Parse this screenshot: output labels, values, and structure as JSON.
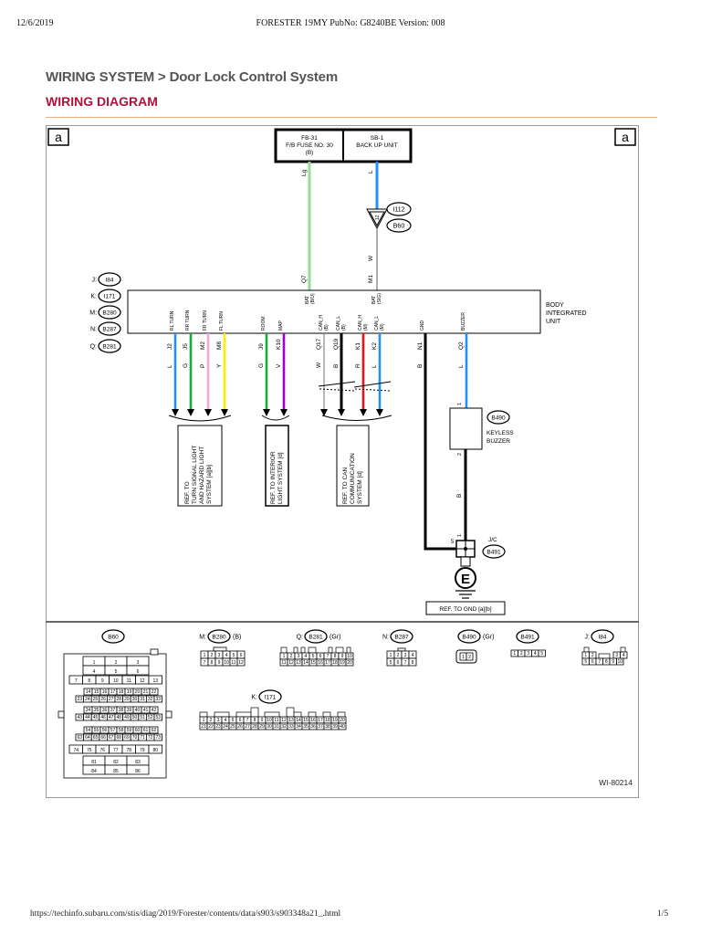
{
  "page_header": {
    "date": "12/6/2019",
    "title": "FORESTER 19MY PubNo: G8240BE Version: 008"
  },
  "breadcrumb": "WIRING SYSTEM > Door Lock Control System",
  "section_title": "WIRING DIAGRAM",
  "colors": {
    "section_title": "#b0123f",
    "rule": "#f0b27a",
    "wire_L": "#1e90ff",
    "wire_G": "#1aa83a",
    "wire_P": "#f4a6e0",
    "wire_Y": "#ffee00",
    "wire_V": "#9b00d6",
    "wire_Lg": "#8fe08f",
    "wire_R": "#e8141c",
    "wire_B": "#000000",
    "wire_W": "#888888"
  },
  "diagram": {
    "corner_label_left": "a",
    "corner_label_right": "a",
    "power_sources": [
      {
        "line1": "FB-31",
        "line2": "F/B FUSE NO. 30",
        "line3": "(B)",
        "wire_color": "Lg",
        "pin_top": "Lg",
        "pin_bottom": "Q7"
      },
      {
        "line1": "SB-1",
        "line2": "BACK UP UNIT",
        "line3": "",
        "wire_color": "L",
        "pin_top": "L",
        "pin_bottom": "M1"
      }
    ],
    "inline_connector": {
      "upper": "I112",
      "lower": "B60",
      "pin": "12",
      "wire_after": "W"
    },
    "connector_legend": [
      {
        "prefix": "J:",
        "code": "I84"
      },
      {
        "prefix": "K:",
        "code": "I171"
      },
      {
        "prefix": "M:",
        "code": "B280"
      },
      {
        "prefix": "N:",
        "code": "B287"
      },
      {
        "prefix": "Q:",
        "code": "B281"
      }
    ],
    "bcu": {
      "name_lines": [
        "BODY",
        "INTEGRATED",
        "UNIT"
      ],
      "top_terminals": [
        {
          "label": "BAT",
          "sub": "(B/U)"
        },
        {
          "label": "BAT",
          "sub": "(SIG)"
        }
      ],
      "bottom_terminals": [
        {
          "label": "RL TURN",
          "pin": "J2",
          "color": "L"
        },
        {
          "label": "RR TURN",
          "pin": "J5",
          "color": "G"
        },
        {
          "label": "FR TURN",
          "pin": "M2",
          "color": "P"
        },
        {
          "label": "FL TURN",
          "pin": "M8",
          "color": "Y"
        },
        {
          "label": "ROOM",
          "pin": "J9",
          "color": "G"
        },
        {
          "label": "MAP",
          "pin": "K10",
          "color": "V"
        },
        {
          "label": "CAN_H",
          "sub": "(B)",
          "pin": "Q17",
          "color": "W"
        },
        {
          "label": "CAN_L",
          "sub": "(B)",
          "pin": "Q19",
          "color": "B"
        },
        {
          "label": "CAN_H",
          "sub": "(M)",
          "pin": "K1",
          "color": "R"
        },
        {
          "label": "CAN_L",
          "sub": "(M)",
          "pin": "K2",
          "color": "L"
        },
        {
          "label": "GND",
          "pin": "N1",
          "color": "B"
        },
        {
          "label": "BUZZER",
          "pin": "Q2",
          "color": "L"
        }
      ]
    },
    "references": [
      {
        "lines": [
          "REF. TO",
          "TURN SIGNAL LIGHT",
          "AND HAZARD LIGHT",
          "SYSTEM [a][b]"
        ]
      },
      {
        "lines": [
          "REF. TO INTERIOR",
          "LIGHT SYSTEM [d]"
        ]
      },
      {
        "lines": [
          "REF. TO CAN",
          "COMMUNICATION",
          "SYSTEM [d]"
        ]
      }
    ],
    "buzzer": {
      "code": "B490",
      "name_lines": [
        "KEYLESS",
        "BUZZER"
      ],
      "pin_in": "1",
      "pin_out": "2",
      "wire_out": "B"
    },
    "joint_connector": {
      "label": "J/C",
      "code": "B491",
      "pin_left": "5",
      "pin_top": "1"
    },
    "ground": {
      "symbol": "E",
      "ref": "REF. TO GND [a][b]"
    },
    "connector_views": [
      {
        "prefix": "",
        "code": "B60",
        "suffix": ""
      },
      {
        "prefix": "M:",
        "code": "B280",
        "suffix": "(B)"
      },
      {
        "prefix": "Q:",
        "code": "B281",
        "suffix": "(Gr)"
      },
      {
        "prefix": "N:",
        "code": "B287",
        "suffix": ""
      },
      {
        "prefix": "",
        "code": "B490",
        "suffix": "(Gr)"
      },
      {
        "prefix": "",
        "code": "B491",
        "suffix": ""
      },
      {
        "prefix": "J:",
        "code": "I84",
        "suffix": ""
      },
      {
        "prefix": "K:",
        "code": "I171",
        "suffix": ""
      }
    ],
    "figure_id": "WI-80214"
  },
  "page_footer": {
    "url": "https://techinfo.subaru.com/stis/diag/2019/Forester/contents/data/s903/s903348a21_.html",
    "page": "1/5"
  }
}
